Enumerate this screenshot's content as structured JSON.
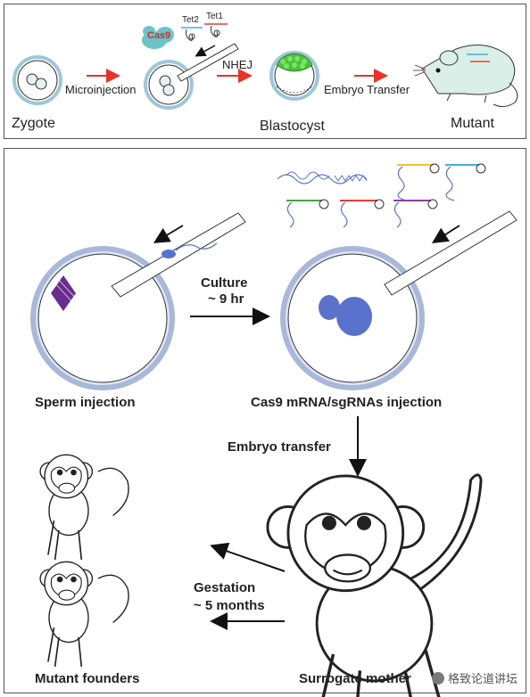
{
  "top_panel": {
    "labels": {
      "zygote": "Zygote",
      "microinjection": "Microinjection",
      "cas9": "Cas9",
      "tet2": "Tet2",
      "tet1": "Tet1",
      "nhej": "NHEJ",
      "blastocyst": "Blastocyst",
      "embryo_transfer": "Embryo Transfer",
      "mutant": "Mutant"
    }
  },
  "bottom_panel": {
    "labels": {
      "culture": "Culture",
      "culture_time": "~ 9 hr",
      "sperm_injection": "Sperm injection",
      "cas9_injection": "Cas9 mRNA/sgRNAs injection",
      "embryo_transfer": "Embryo transfer",
      "gestation": "Gestation",
      "gestation_time": "~ 5 months",
      "mutant_founders": "Mutant founders",
      "surrogate_mother": "Surrogate mother"
    }
  },
  "watermark": "格致论道讲坛",
  "colors": {
    "arrow_red": "#e8322a",
    "cell_ring": "#9ec7d8",
    "nucleus_blue": "#5b72cc",
    "cas9_teal": "#6cc4c8",
    "cas9_text": "#d42a2a",
    "mouse_fill": "#d9efe8",
    "blastocyst_green": "#49c23a",
    "spindle_purple": "#6a2c8e",
    "sgrna_colors": [
      "#f2c230",
      "#3fb0e6",
      "#3fa83f",
      "#e83b3b",
      "#8a3fb0"
    ]
  }
}
